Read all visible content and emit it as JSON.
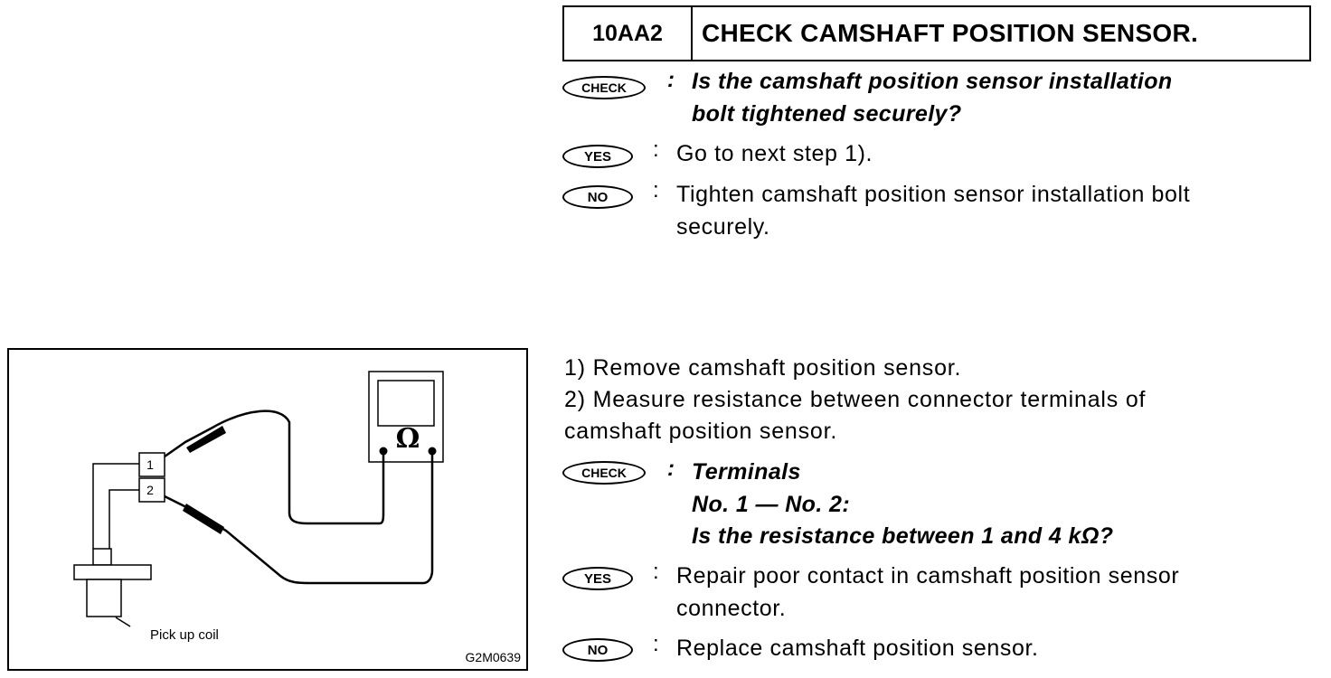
{
  "header": {
    "code": "10AA2",
    "title": "CHECK CAMSHAFT POSITION SENSOR."
  },
  "badges": {
    "check": "CHECK",
    "yes": "YES",
    "no": "NO"
  },
  "step1": {
    "check_question_line1": "Is the camshaft position sensor installation",
    "check_question_line2": "bolt tightened securely?",
    "yes_answer": "Go to next step 1).",
    "no_answer_line1": "Tighten camshaft position sensor installation bolt",
    "no_answer_line2": "securely."
  },
  "procedure": {
    "line1": "1)  Remove camshaft position sensor.",
    "line2": "2)  Measure  resistance  between  connector  terminals  of",
    "line3": "camshaft position sensor."
  },
  "step2": {
    "check_line1": "Terminals",
    "check_line2": "No. 1 — No. 2:",
    "check_line3": "Is the resistance between 1 and 4 kΩ?",
    "yes_answer_line1": "Repair poor contact in camshaft position sensor",
    "yes_answer_line2": "connector.",
    "no_answer": "Replace camshaft position sensor."
  },
  "figure": {
    "terminal1": "1",
    "terminal2": "2",
    "meter_symbol": "Ω",
    "coil_label": "Pick up coil",
    "figure_id": "G2M0639"
  }
}
